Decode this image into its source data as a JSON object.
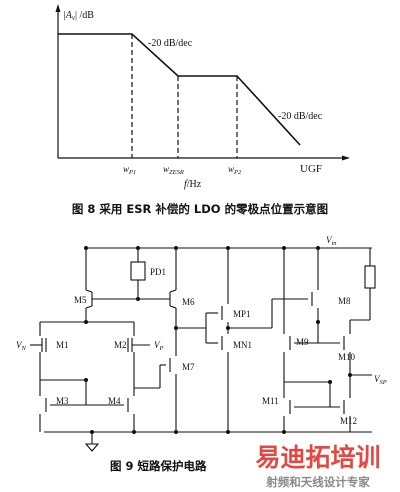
{
  "figure8": {
    "y_axis_label": "|A",
    "y_axis_label_sub": "v",
    "y_axis_unit": "| /dB",
    "x_axis_label": "f",
    "x_axis_unit": "/Hz",
    "slope_label_1": "-20 dB/dec",
    "slope_label_2": "-20 dB/dec",
    "tick_wp1": "w",
    "tick_wp1_sub": "P1",
    "tick_wzesr": "w",
    "tick_wzesr_sub": "ZESR",
    "tick_wp2": "w",
    "tick_wp2_sub": "P2",
    "tick_ugf": "UGF",
    "caption": "图 8   采用 ESR 补偿的 LDO 的零极点位置示意图"
  },
  "figure9": {
    "vin_label": "V",
    "vin_sub": "in",
    "vn_label": "V",
    "vn_sub": "N",
    "vp_label": "V",
    "vp_sub": "P",
    "vsp_label": "V",
    "vsp_sub": "SP",
    "pd1": "PD1",
    "transistors": {
      "m1": "M1",
      "m2": "M2",
      "m3": "M3",
      "m4": "M4",
      "m5": "M5",
      "m6": "M6",
      "m7": "M7",
      "mp1": "MP1",
      "mn1": "MN1",
      "m8": "M8",
      "m9": "M9",
      "m10": "M10",
      "m11": "M11",
      "m12": "M12"
    },
    "caption": "图 9    短路保护电路"
  },
  "watermark": {
    "title": "易迪拓培训",
    "subtitle": "射频和天线设计专家"
  },
  "colors": {
    "line": "#111111",
    "watermark_red": "#e0281e",
    "watermark_gray": "#8a8a8a"
  }
}
